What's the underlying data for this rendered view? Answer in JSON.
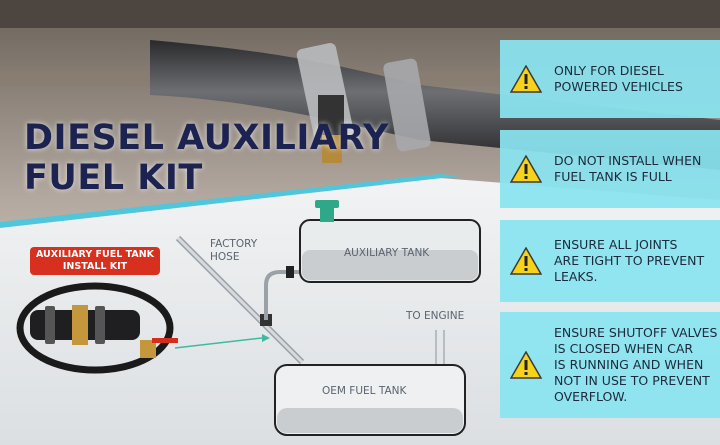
{
  "title": {
    "line1": "DIESEL AUXILIARY",
    "line2": "FUEL KIT"
  },
  "kit_label": {
    "line1": "AUXILIARY FUEL TANK",
    "line2": "INSTALL KIT"
  },
  "diagram": {
    "factory_hose_1": "FACTORY",
    "factory_hose_2": "HOSE",
    "auxiliary_tank": "AUXILIARY TANK",
    "to_engine": "TO ENGINE",
    "oem_fuel_tank": "OEM FUEL TANK"
  },
  "warnings": [
    {
      "lines": [
        "ONLY FOR DIESEL",
        "POWERED VEHICLES"
      ]
    },
    {
      "lines": [
        "DO NOT INSTALL WHEN",
        "FUEL TANK IS FULL"
      ]
    },
    {
      "lines": [
        "ENSURE ALL JOINTS",
        "ARE TIGHT TO PREVENT",
        "LEAKS."
      ]
    },
    {
      "lines": [
        "ENSURE SHUTOFF VALVES",
        "IS CLOSED WHEN CAR",
        "IS RUNNING AND WHEN",
        "NOT IN USE TO PREVENT",
        "OVERFLOW."
      ]
    }
  ],
  "colors": {
    "accent_cyan": "#8ae4f0",
    "title_navy": "#1d2350",
    "kit_red": "#d8301f",
    "warning_yellow": "#f6d21a",
    "cap_green": "#2fa88a"
  }
}
